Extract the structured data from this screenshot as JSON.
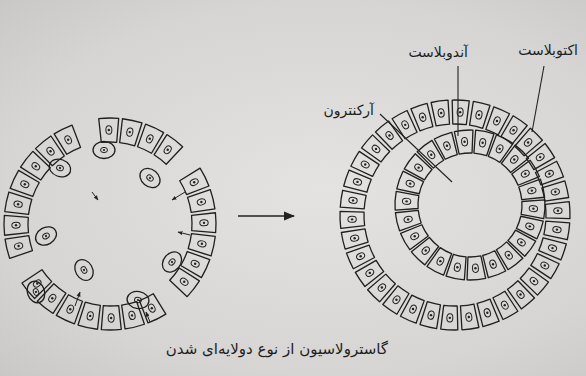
{
  "diagram": {
    "caption": "گاسترولاسیون از نوع دولایه‌ای شدن",
    "labels": [
      "اکتوبلاست",
      "آندوبلاست",
      "آرکنترون"
    ]
  }
}
